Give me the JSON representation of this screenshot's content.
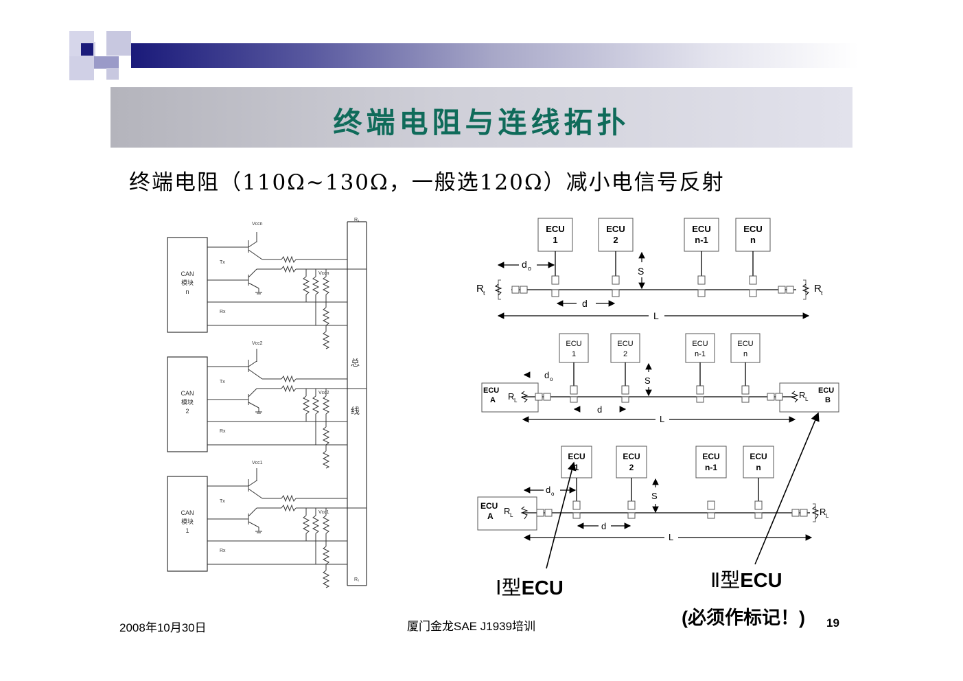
{
  "title": "终端电阻与连线拓扑",
  "subtitle": "终端电阻（110Ω~130Ω，一般选120Ω）减小电信号反射",
  "left_diagram": {
    "modules": [
      {
        "line1": "CAN",
        "line2": "模块",
        "line3": "n",
        "vcc": "Vccn",
        "vcc2": "Vccn"
      },
      {
        "line1": "CAN",
        "line2": "模块",
        "line3": "2",
        "vcc": "Vcc2",
        "vcc2": "Vcc2"
      },
      {
        "line1": "CAN",
        "line2": "模块",
        "line3": "1",
        "vcc": "Vcc1",
        "vcc2": "Vcc1"
      }
    ],
    "tx": "Tx",
    "rx": "Rx",
    "bus_top": "总",
    "bus_bottom": "线",
    "r_top": "R₁",
    "r_bottom": "R₁"
  },
  "right_diagrams": {
    "ecu_word": "ECU",
    "ecu_suffixes": [
      "1",
      "2",
      "n-1",
      "n"
    ],
    "d0": "d",
    "d0_sub": "o",
    "d": "d",
    "s": "S",
    "l": "L",
    "rt": "R",
    "rt_sub": "t",
    "rl": "R",
    "rl_sub": "L",
    "ecu_a": "ECU",
    "ecu_a_sub": "A",
    "ecu_b": "ECU",
    "ecu_b_sub": "B"
  },
  "labels": {
    "type1_prefix": "Ⅰ型",
    "type1_suffix": "ECU",
    "type2_prefix": "Ⅱ型",
    "type2_suffix": "ECU",
    "must_mark": "(必须作标记！)"
  },
  "footer": {
    "date": "2008年10月30日",
    "training": "厦门金龙SAE J1939培训",
    "page": "19"
  },
  "colors": {
    "title": "#0f6b5a",
    "header_blue": "#1a1a7a",
    "header_light": "#c8c8e0"
  }
}
